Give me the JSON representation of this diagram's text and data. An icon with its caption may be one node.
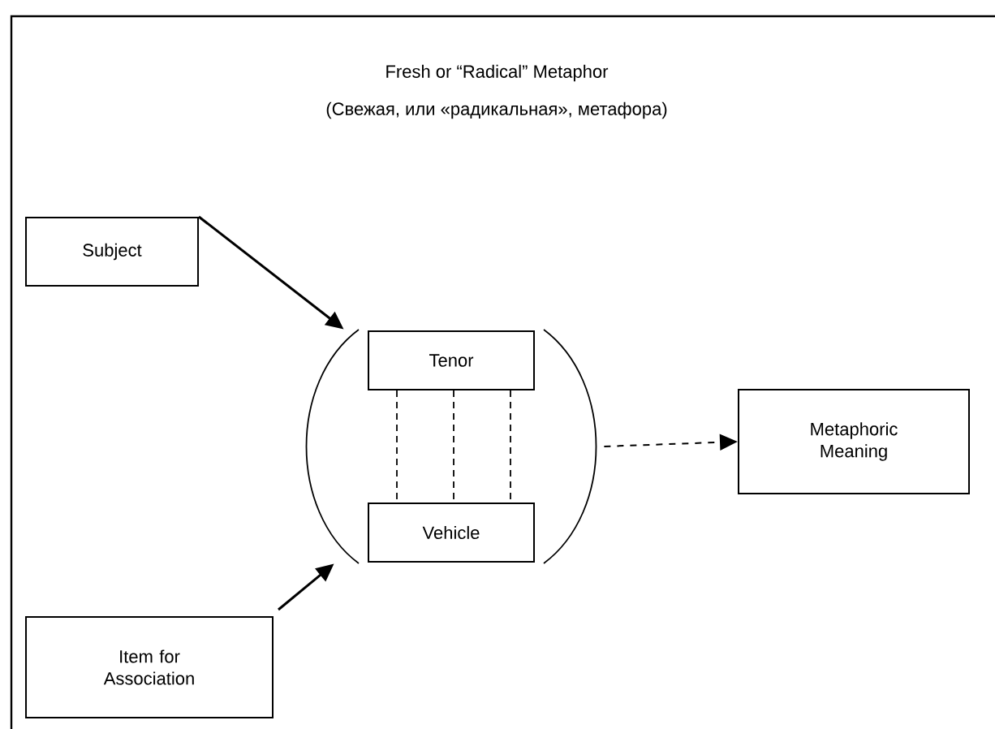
{
  "diagram": {
    "title": "Fresh or “Radical” Metaphor",
    "nodes": [
      {
        "text": [
          "Subject"
        ]
      },
      {
        "text": [],
        "shape": "brackets"
      },
      {
        "text": [
          "Tenor"
        ],
        "in": 1
      },
      {
        "text": [
          "Vehicle"
        ],
        "in": 1
      },
      {
        "text": [
          "Metaphoric Meaning"
        ]
      },
      {
        "text": [
          "Item for Association"
        ]
      }
    ],
    "edges": [
      {
        "from": 0,
        "to": 1,
        "arrow": "to"
      },
      {
        "from": 5,
        "to": 1,
        "arrow": "to"
      },
      {
        "from": 2,
        "to": 3,
        "arrow": "none",
        "style": "dashed"
      },
      {
        "from": 2,
        "to": 3,
        "arrow": "none",
        "style": "dashed"
      },
      {
        "from": 2,
        "to": 3,
        "arrow": "none",
        "style": "dashed"
      },
      {
        "from": 1,
        "to": 4,
        "arrow": "to",
        "style": "dashed"
      }
    ],
    "labels": [
      "(Свежая, или «радикальная», метафора)"
    ]
  }
}
